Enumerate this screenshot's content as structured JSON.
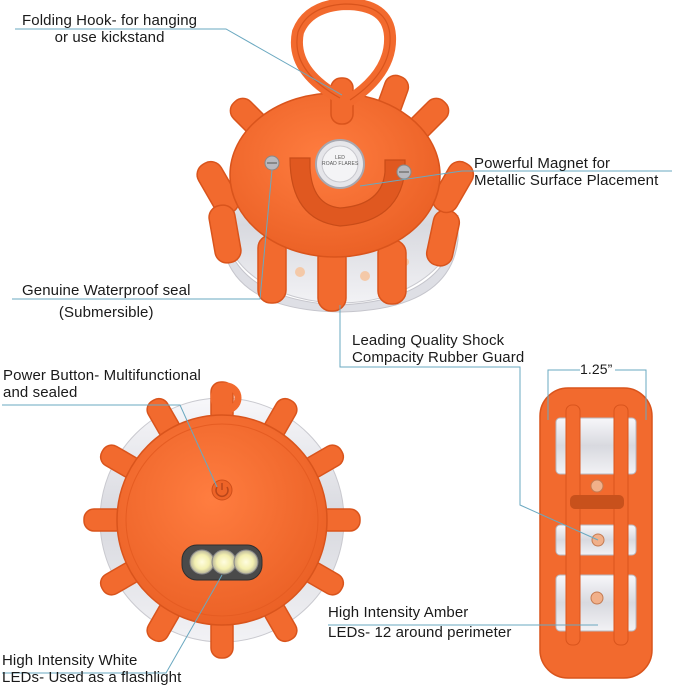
{
  "callouts": {
    "hook": {
      "line1": "Folding Hook- for hanging",
      "line2": "or use kickstand"
    },
    "magnet": {
      "line1": "Powerful Magnet for",
      "line2": "Metallic Surface Placement"
    },
    "seal": {
      "line1": "Genuine Waterproof seal",
      "line2": "(Submersible)"
    },
    "guard": {
      "line1": "Leading Quality Shock",
      "line2": "Compacity Rubber Guard"
    },
    "power": {
      "line1": "Power Button- Multifunctional",
      "line2": "and sealed"
    },
    "amber": {
      "line1": "High Intensity Amber",
      "line2": "LEDs- 12 around perimeter"
    },
    "white": {
      "line1": "High Intensity White",
      "line2": "LEDs- Used as a flashlight"
    }
  },
  "dimension": {
    "width_label": "1.25”"
  },
  "magnet_label": {
    "line1": "LED",
    "line2": "ROAD FLARES"
  },
  "colors": {
    "body_orange": "#f26a2e",
    "dark_orange": "#d9541c",
    "callout_line": "#6aa8c0",
    "lens": "#e9e9ee"
  }
}
